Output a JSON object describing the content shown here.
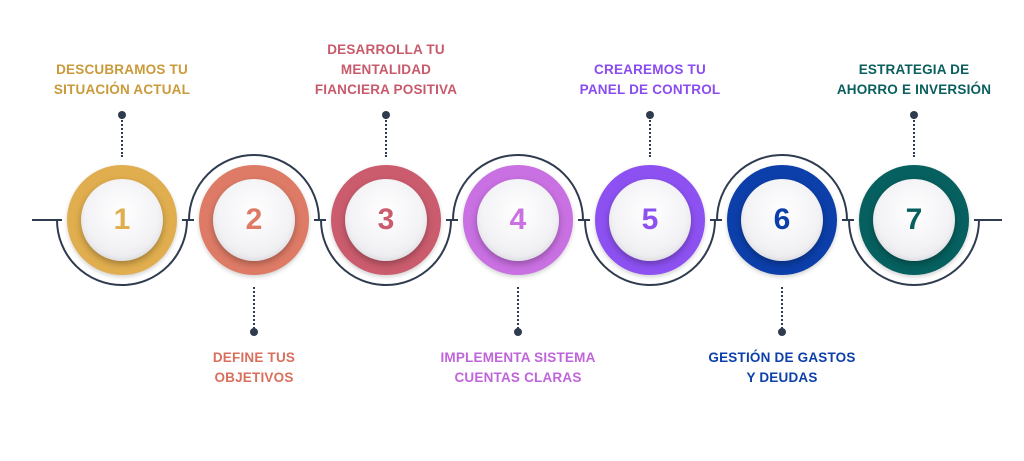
{
  "diagram": {
    "steps": [
      {
        "number": "1",
        "label": "DESCUBRAMOS TU SITUACIÓN ACTUAL",
        "color": "#E0AE4E",
        "label_color": "#C99A3A",
        "label_side": "top"
      },
      {
        "number": "2",
        "label": "DEFINE TUS OBJETIVOS",
        "color": "#DE7B66",
        "label_color": "#D8705D",
        "label_side": "bottom"
      },
      {
        "number": "3",
        "label": "DESARROLLA TU MENTALIDAD FIANCIERA POSITIVA",
        "color": "#CB5C6E",
        "label_color": "#C85A6C",
        "label_side": "top"
      },
      {
        "number": "4",
        "label": "IMPLEMENTA SISTEMA CUENTAS CLARAS",
        "color": "#C970E2",
        "label_color": "#C064DB",
        "label_side": "bottom"
      },
      {
        "number": "5",
        "label": "CREAREMOS TU PANEL DE CONTROL",
        "color": "#8D51F2",
        "label_color": "#8A4CF0",
        "label_side": "top"
      },
      {
        "number": "6",
        "label": "GESTIÓN DE GASTOS Y DEUDAS",
        "color": "#0C3FAA",
        "label_color": "#0C3FAA",
        "label_side": "bottom"
      },
      {
        "number": "7",
        "label": "ESTRATEGIA DE AHORRO E INVERSIÓN",
        "color": "#06605F",
        "label_color": "#0A5F5E",
        "label_side": "top"
      }
    ]
  }
}
